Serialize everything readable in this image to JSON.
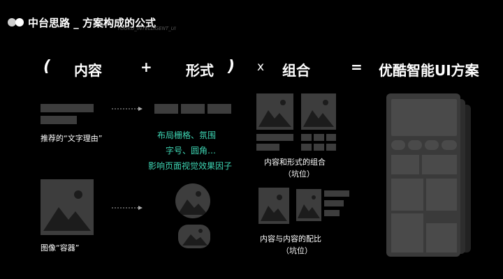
{
  "header": {
    "title": "中台思路 _ 方案构成的公式",
    "watermark": "YOUKU_INTELLIGENT_UI"
  },
  "formula": {
    "bracket_open": "(",
    "content": "内容",
    "plus": "+",
    "form": "形式",
    "bracket_close": ")",
    "times": "x",
    "combination": "组合",
    "equals": "=",
    "result": "优酷智能UI方案"
  },
  "left": {
    "text_label": "推荐的“文字理由”",
    "image_label": "图像“容器”"
  },
  "middle": {
    "line1": "布局栅格、氛围",
    "line2": "字号、圆角…",
    "line3": "影响页面视觉效果因子"
  },
  "right": {
    "combo_label_1": "内容和形式的组合",
    "combo_label_2": "（坑位）",
    "ratio_label_1": "内容与内容的配比",
    "ratio_label_2": "（坑位）"
  },
  "colors": {
    "accent": "#3ed6b4",
    "placeholder": "#3d3d3d"
  }
}
